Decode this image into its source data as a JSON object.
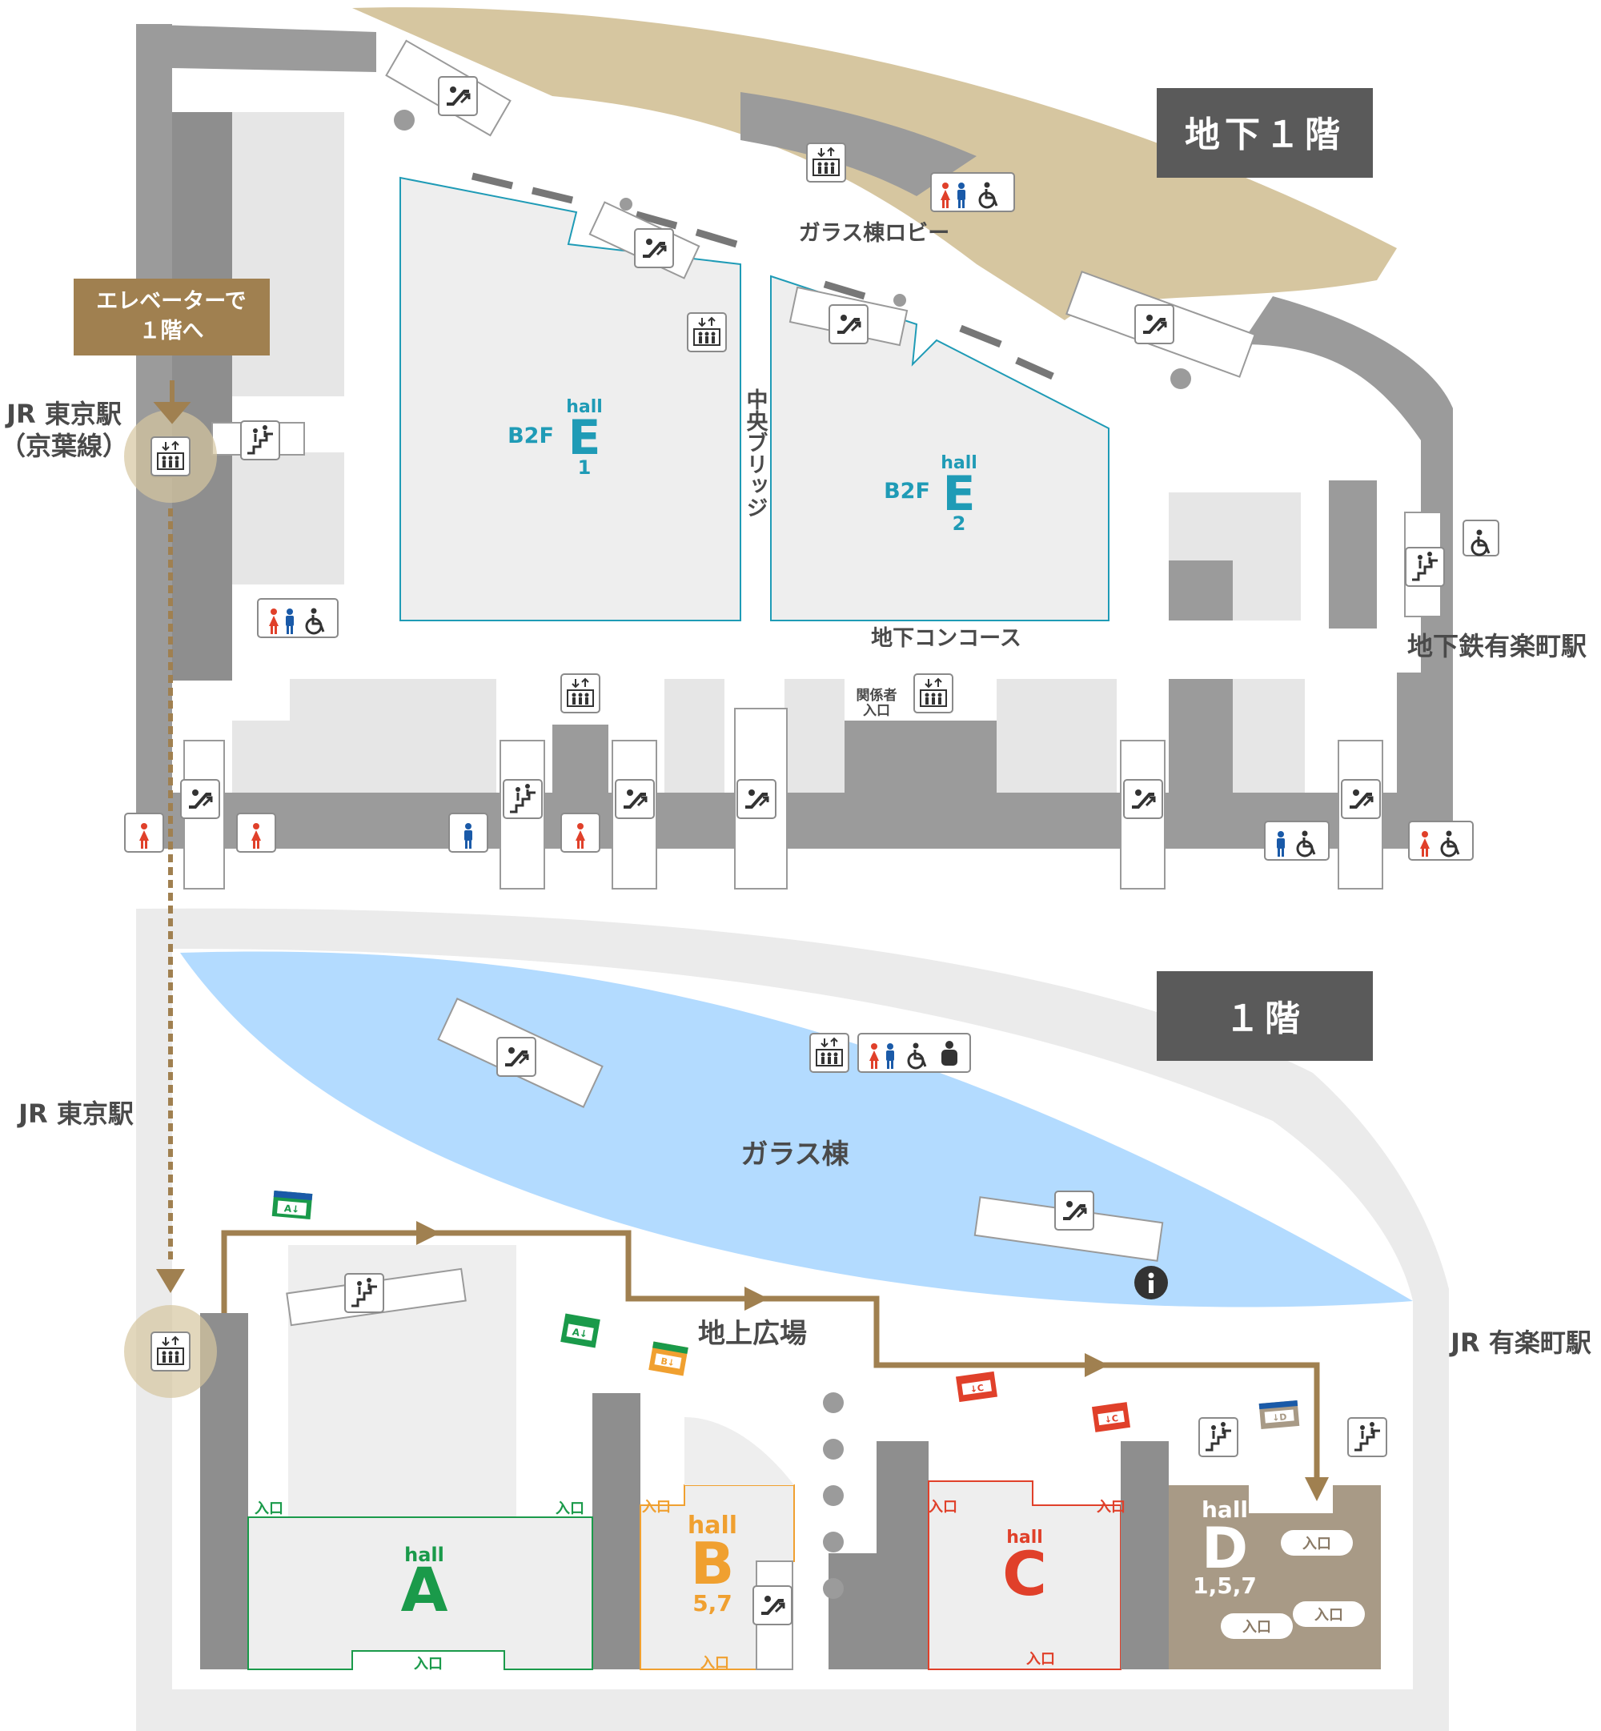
{
  "floors": {
    "b1": {
      "label": "地下１階"
    },
    "f1": {
      "label": "１階"
    }
  },
  "notice": {
    "line1": "エレベーターで",
    "line2": "１階へ"
  },
  "stations": {
    "jr_tokyo_keiyo_1": "JR 東京駅",
    "jr_tokyo_keiyo_2": "（京葉線）",
    "yurakucho_subway": "地下鉄有楽町駅",
    "jr_tokyo": "JR 東京駅",
    "jr_yurakucho": "JR 有楽町駅"
  },
  "areas": {
    "glass_lobby": "ガラス棟ロビー",
    "central_bridge": "中央ブリッジ",
    "underground_concourse": "地下コンコース",
    "staff_entrance_1": "関係者",
    "staff_entrance_2": "入口",
    "glass_building": "ガラス棟",
    "ground_plaza": "地上広場"
  },
  "halls": {
    "e1": {
      "floor": "B2F",
      "hall": "hall",
      "letter": "E",
      "num": "1"
    },
    "e2": {
      "floor": "B2F",
      "hall": "hall",
      "letter": "E",
      "num": "2"
    },
    "a": {
      "hall": "hall",
      "letter": "A",
      "entrance": "入口"
    },
    "b": {
      "hall": "hall",
      "letter": "B",
      "num": "5,7",
      "entrance": "入口"
    },
    "c": {
      "hall": "hall",
      "letter": "C",
      "entrance": "入口"
    },
    "d": {
      "hall": "hall",
      "letter": "D",
      "num": "1,5,7",
      "entrance": "入口"
    }
  },
  "exit_signs": {
    "a": "A↓",
    "b": "B↓",
    "c": "↓C",
    "d": "↓D"
  },
  "colors": {
    "hall_a": "#1a9a4a",
    "hall_b": "#f0a030",
    "hall_c": "#e0402a",
    "hall_d_bg": "#a89a86",
    "hall_e": "#1f9bb6",
    "route": "#a08050",
    "water": "#b3dbff",
    "plaza_tan": "#d6c6a0",
    "wall_gray": "#9b9b9b",
    "floor_badge": "#5a5a5a"
  },
  "icons": [
    "escalator-icon",
    "elevator-icon",
    "restroom-icon",
    "wheelchair-icon",
    "stairs-icon",
    "info-icon",
    "nursing-room-icon"
  ]
}
